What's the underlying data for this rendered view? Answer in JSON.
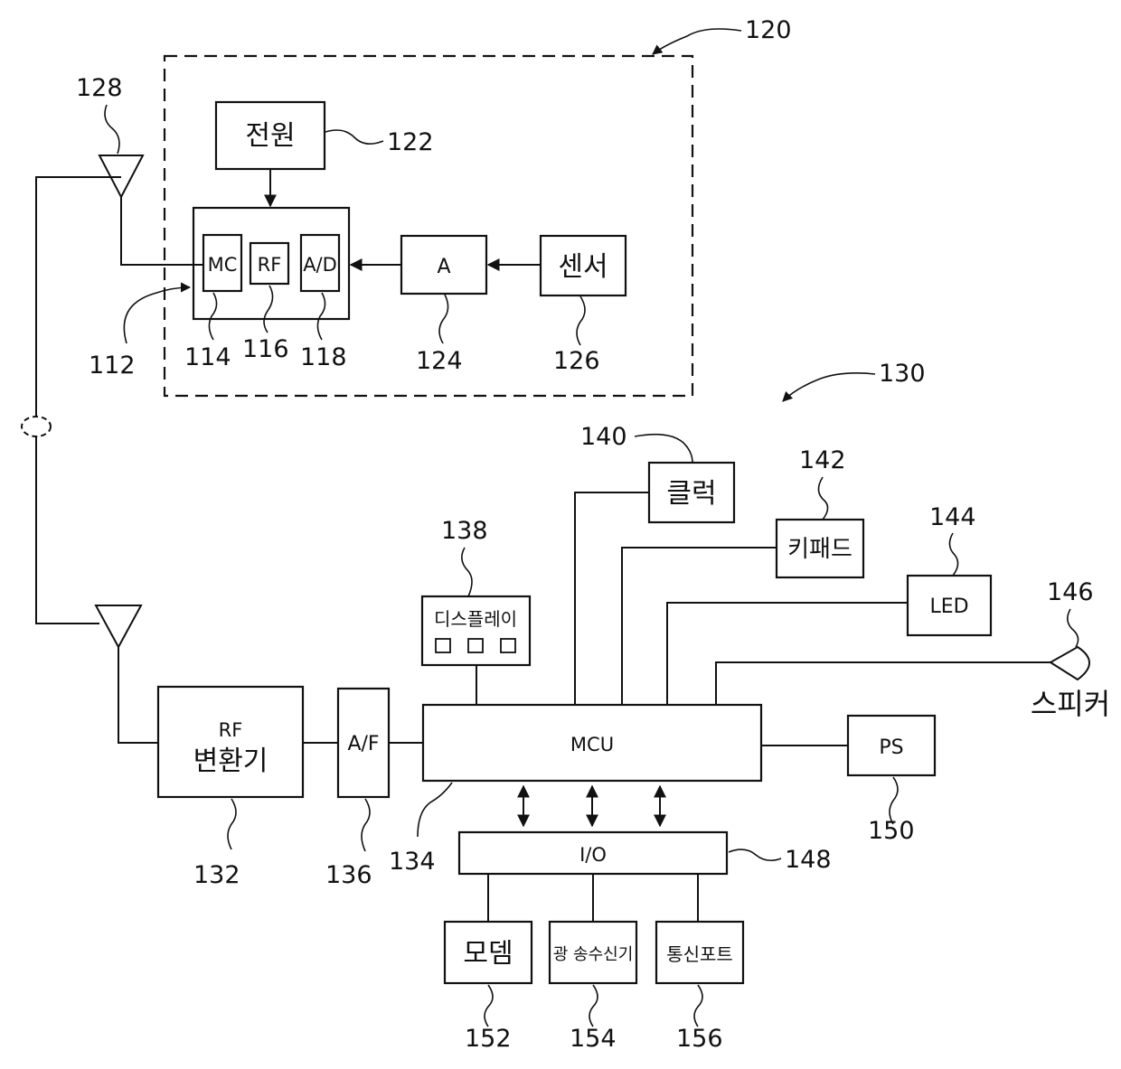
{
  "blocks": {
    "power": "전원",
    "mc": "MC",
    "rf": "RF",
    "ad": "A/D",
    "amp": "A",
    "sensor": "센서",
    "clock": "클럭",
    "keypad": "키패드",
    "led": "LED",
    "speaker": "스피커",
    "display": "디스플레이",
    "rf_converter_line1": "RF",
    "rf_converter_line2": "변환기",
    "af": "A/F",
    "mcu": "MCU",
    "ps": "PS",
    "io": "I/O",
    "modem": "모뎀",
    "optical_transceiver": "광 송수신기",
    "comm_port": "통신포트"
  },
  "refs": {
    "r120": "120",
    "r128": "128",
    "r122": "122",
    "r112": "112",
    "r114": "114",
    "r116": "116",
    "r118": "118",
    "r124": "124",
    "r126": "126",
    "r130": "130",
    "r140": "140",
    "r142": "142",
    "r144": "144",
    "r146": "146",
    "r138": "138",
    "r132": "132",
    "r136": "136",
    "r134": "134",
    "r148": "148",
    "r150": "150",
    "r152": "152",
    "r154": "154",
    "r156": "156"
  }
}
